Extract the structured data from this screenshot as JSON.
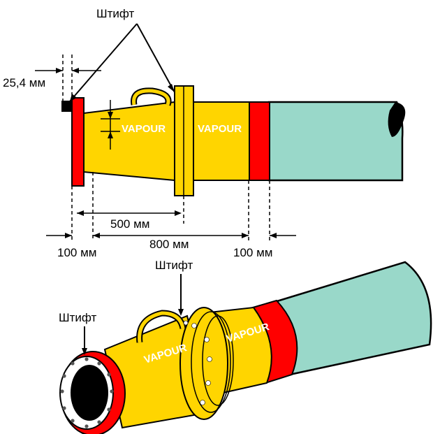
{
  "labels": {
    "pin_top": "Штифт",
    "pin_middle": "Штифт",
    "pin_left": "Штифт",
    "vapour_1": "VAPOUR",
    "vapour_2": "VAPOUR",
    "vapour_3": "VAPOUR",
    "vapour_4": "VAPOUR"
  },
  "dimensions": {
    "d_25_4": "25,4 мм",
    "d_500": "500 мм",
    "d_800": "800 мм",
    "d_100_left": "100 мм",
    "d_100_right": "100 мм"
  },
  "colors": {
    "red": "#ff0000",
    "yellow": "#ffd500",
    "teal": "#99d8c9",
    "outline": "#000000"
  }
}
